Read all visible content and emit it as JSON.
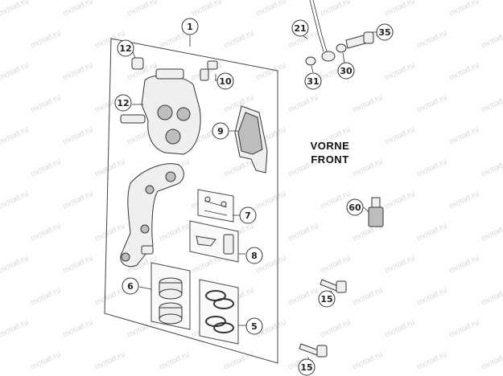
{
  "diagram": {
    "watermark": "motod.ru",
    "direction_label": {
      "line1": "VORNE",
      "line2": "FRONT"
    },
    "callouts": [
      {
        "id": "callout-1",
        "label": "1"
      },
      {
        "id": "callout-12a",
        "label": "12"
      },
      {
        "id": "callout-10",
        "label": "10"
      },
      {
        "id": "callout-12b",
        "label": "12"
      },
      {
        "id": "callout-9",
        "label": "9"
      },
      {
        "id": "callout-7",
        "label": "7"
      },
      {
        "id": "callout-8",
        "label": "8"
      },
      {
        "id": "callout-6",
        "label": "6"
      },
      {
        "id": "callout-5",
        "label": "5"
      },
      {
        "id": "callout-21",
        "label": "21"
      },
      {
        "id": "callout-35",
        "label": "35"
      },
      {
        "id": "callout-31",
        "label": "31"
      },
      {
        "id": "callout-30",
        "label": "30"
      },
      {
        "id": "callout-60",
        "label": "60"
      },
      {
        "id": "callout-15a",
        "label": "15"
      },
      {
        "id": "callout-15b",
        "label": "15"
      }
    ]
  }
}
